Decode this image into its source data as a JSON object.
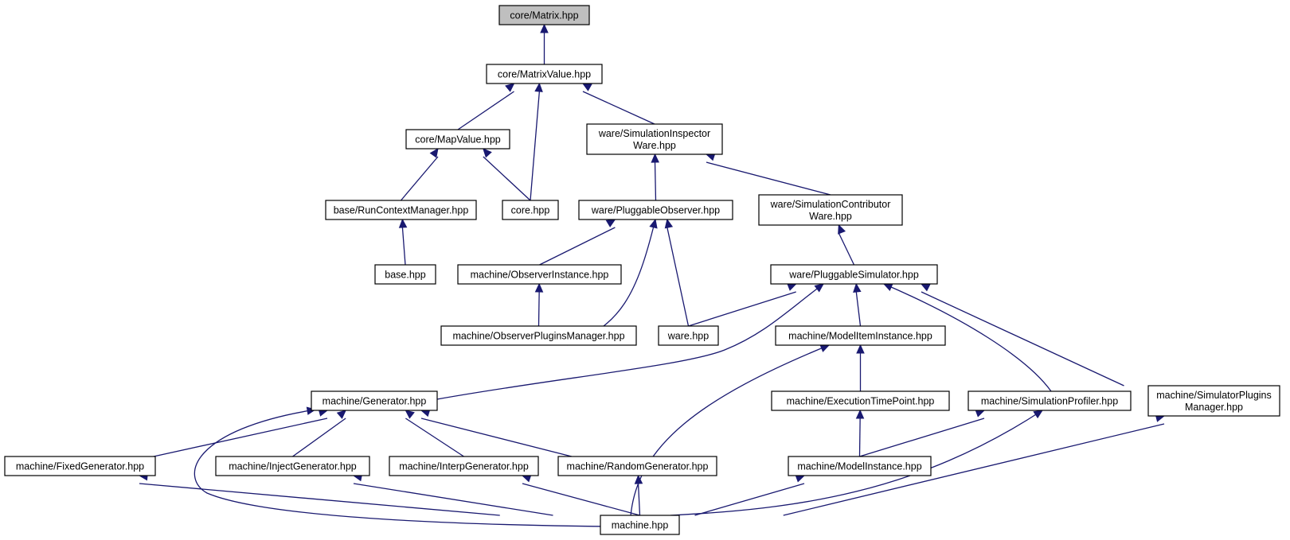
{
  "diagram": {
    "nodes": [
      {
        "id": "matrix",
        "lines": [
          "core/Matrix.hpp"
        ],
        "highlight": true
      },
      {
        "id": "matrixvalue",
        "lines": [
          "core/MatrixValue.hpp"
        ]
      },
      {
        "id": "mapvalue",
        "lines": [
          "core/MapValue.hpp"
        ]
      },
      {
        "id": "siminspector",
        "lines": [
          "ware/SimulationInspector",
          "Ware.hpp"
        ]
      },
      {
        "id": "runcontext",
        "lines": [
          "base/RunContextManager.hpp"
        ]
      },
      {
        "id": "corehpp",
        "lines": [
          "core.hpp"
        ]
      },
      {
        "id": "pluggableobs",
        "lines": [
          "ware/PluggableObserver.hpp"
        ]
      },
      {
        "id": "simcontrib",
        "lines": [
          "ware/SimulationContributor",
          "Ware.hpp"
        ]
      },
      {
        "id": "basehpp",
        "lines": [
          "base.hpp"
        ]
      },
      {
        "id": "obsinstance",
        "lines": [
          "machine/ObserverInstance.hpp"
        ]
      },
      {
        "id": "pluggablesim",
        "lines": [
          "ware/PluggableSimulator.hpp"
        ]
      },
      {
        "id": "obsplugins",
        "lines": [
          "machine/ObserverPluginsManager.hpp"
        ]
      },
      {
        "id": "warehpp",
        "lines": [
          "ware.hpp"
        ]
      },
      {
        "id": "modelitem",
        "lines": [
          "machine/ModelItemInstance.hpp"
        ]
      },
      {
        "id": "generator",
        "lines": [
          "machine/Generator.hpp"
        ]
      },
      {
        "id": "exectime",
        "lines": [
          "machine/ExecutionTimePoint.hpp"
        ]
      },
      {
        "id": "simprofiler",
        "lines": [
          "machine/SimulationProfiler.hpp"
        ]
      },
      {
        "id": "simplugins",
        "lines": [
          "machine/SimulatorPlugins",
          "Manager.hpp"
        ]
      },
      {
        "id": "fixedgen",
        "lines": [
          "machine/FixedGenerator.hpp"
        ]
      },
      {
        "id": "injectgen",
        "lines": [
          "machine/InjectGenerator.hpp"
        ]
      },
      {
        "id": "interpgen",
        "lines": [
          "machine/InterpGenerator.hpp"
        ]
      },
      {
        "id": "randomgen",
        "lines": [
          "machine/RandomGenerator.hpp"
        ]
      },
      {
        "id": "modelinstance",
        "lines": [
          "machine/ModelInstance.hpp"
        ]
      },
      {
        "id": "machinehpp",
        "lines": [
          "machine.hpp"
        ]
      }
    ],
    "edges": [
      {
        "from": "matrix",
        "to": "matrixvalue"
      },
      {
        "from": "matrixvalue",
        "to": "mapvalue"
      },
      {
        "from": "matrixvalue",
        "to": "corehpp"
      },
      {
        "from": "matrixvalue",
        "to": "siminspector"
      },
      {
        "from": "mapvalue",
        "to": "runcontext"
      },
      {
        "from": "mapvalue",
        "to": "corehpp"
      },
      {
        "from": "runcontext",
        "to": "basehpp"
      },
      {
        "from": "siminspector",
        "to": "pluggableobs"
      },
      {
        "from": "siminspector",
        "to": "simcontrib"
      },
      {
        "from": "pluggableobs",
        "to": "obsinstance"
      },
      {
        "from": "pluggableobs",
        "to": "obsplugins"
      },
      {
        "from": "pluggableobs",
        "to": "warehpp"
      },
      {
        "from": "obsinstance",
        "to": "obsplugins"
      },
      {
        "from": "simcontrib",
        "to": "pluggablesim"
      },
      {
        "from": "pluggablesim",
        "to": "warehpp"
      },
      {
        "from": "pluggablesim",
        "to": "generator"
      },
      {
        "from": "pluggablesim",
        "to": "modelitem"
      },
      {
        "from": "pluggablesim",
        "to": "simprofiler"
      },
      {
        "from": "pluggablesim",
        "to": "simplugins"
      },
      {
        "from": "modelitem",
        "to": "exectime"
      },
      {
        "from": "modelitem",
        "to": "machinehpp"
      },
      {
        "from": "exectime",
        "to": "modelinstance"
      },
      {
        "from": "simprofiler",
        "to": "modelinstance"
      },
      {
        "from": "simprofiler",
        "to": "machinehpp"
      },
      {
        "from": "simplugins",
        "to": "machinehpp"
      },
      {
        "from": "generator",
        "to": "fixedgen"
      },
      {
        "from": "generator",
        "to": "injectgen"
      },
      {
        "from": "generator",
        "to": "interpgen"
      },
      {
        "from": "generator",
        "to": "randomgen"
      },
      {
        "from": "generator",
        "to": "machinehpp"
      },
      {
        "from": "fixedgen",
        "to": "machinehpp"
      },
      {
        "from": "injectgen",
        "to": "machinehpp"
      },
      {
        "from": "interpgen",
        "to": "machinehpp"
      },
      {
        "from": "randomgen",
        "to": "machinehpp"
      },
      {
        "from": "modelinstance",
        "to": "machinehpp"
      }
    ]
  }
}
